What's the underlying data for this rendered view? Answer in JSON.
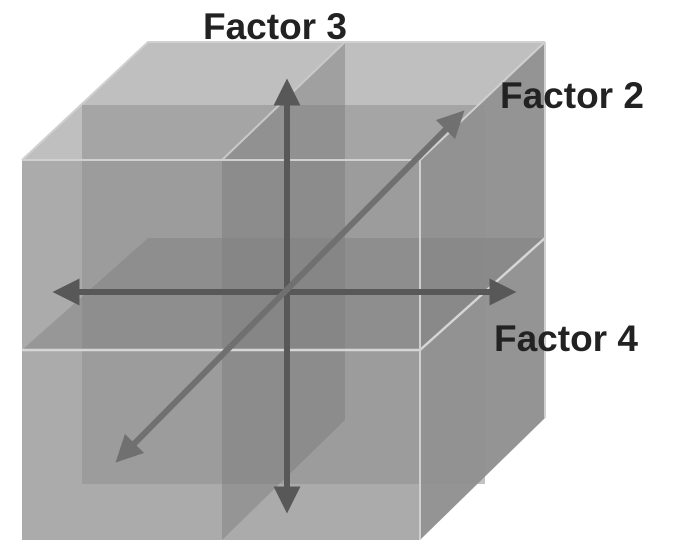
{
  "diagram": {
    "axes": {
      "factor3": "Factor 3",
      "factor2": "Factor 2",
      "factor4": "Factor 4"
    },
    "colors": {
      "cube_face": "#9e9e9e",
      "cube_top": "#b4b4b4",
      "cube_side": "#8c8c8c",
      "plane": "#7e7e7e",
      "edge": "#d2d2d2",
      "arrow": "#5a5a5a",
      "label": "#222222"
    }
  }
}
